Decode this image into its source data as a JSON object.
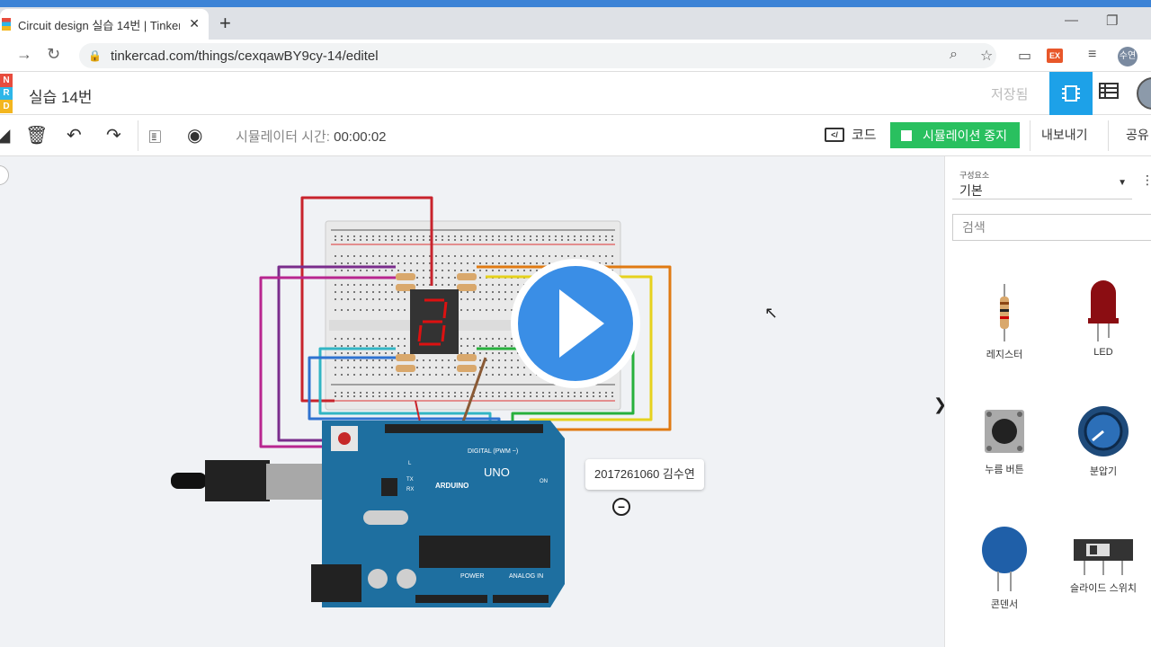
{
  "browser": {
    "tab_title": "Circuit design 실습 14번 | Tinkercad",
    "url": "tinkercad.com/things/cexqawBY9cy-14/editel",
    "new_tab_icon": "plus-icon",
    "profile_initials": "수연",
    "extension_label": "EX"
  },
  "app": {
    "logo_letters": [
      "N",
      "R",
      "D"
    ],
    "logo_colors": [
      "#e84c3d",
      "#2eb6e8",
      "#f3b61f"
    ],
    "project_title": "실습 14번",
    "save_status": "저장됨"
  },
  "toolbar": {
    "sim_time_label": "시뮬레이터 시간:",
    "sim_time_value": "00:00:02",
    "code_label": "코드",
    "code_icon_label": "</",
    "stop_sim_label": "시뮬레이션 중지",
    "export_label": "내보내기",
    "share_label": "공유"
  },
  "canvas": {
    "name_label": "2017261060 김수연",
    "arduino_labels": {
      "digital": "DIGITAL (PWM ~)",
      "uno": "UNO",
      "arduino": "ARDUINO",
      "power": "POWER",
      "analog_in": "ANALOG IN",
      "on": "ON",
      "tx": "TX",
      "rx": "RX",
      "l": "L"
    }
  },
  "panel": {
    "components_label": "구성요소",
    "components_value": "기본",
    "search_placeholder": "검색",
    "items": [
      {
        "label": "레지스터",
        "icon": "resistor-icon"
      },
      {
        "label": "LED",
        "icon": "led-icon"
      },
      {
        "label": "누름 버튼",
        "icon": "pushbutton-icon"
      },
      {
        "label": "분압기",
        "icon": "potentiometer-icon"
      },
      {
        "label": "콘덴서",
        "icon": "capacitor-icon"
      },
      {
        "label": "슬라이드 스위치",
        "icon": "slide-switch-icon"
      }
    ]
  },
  "colors": {
    "accent_blue": "#1da1e8",
    "sim_green": "#29c05f",
    "play_overlay": "#3a8ee6"
  }
}
